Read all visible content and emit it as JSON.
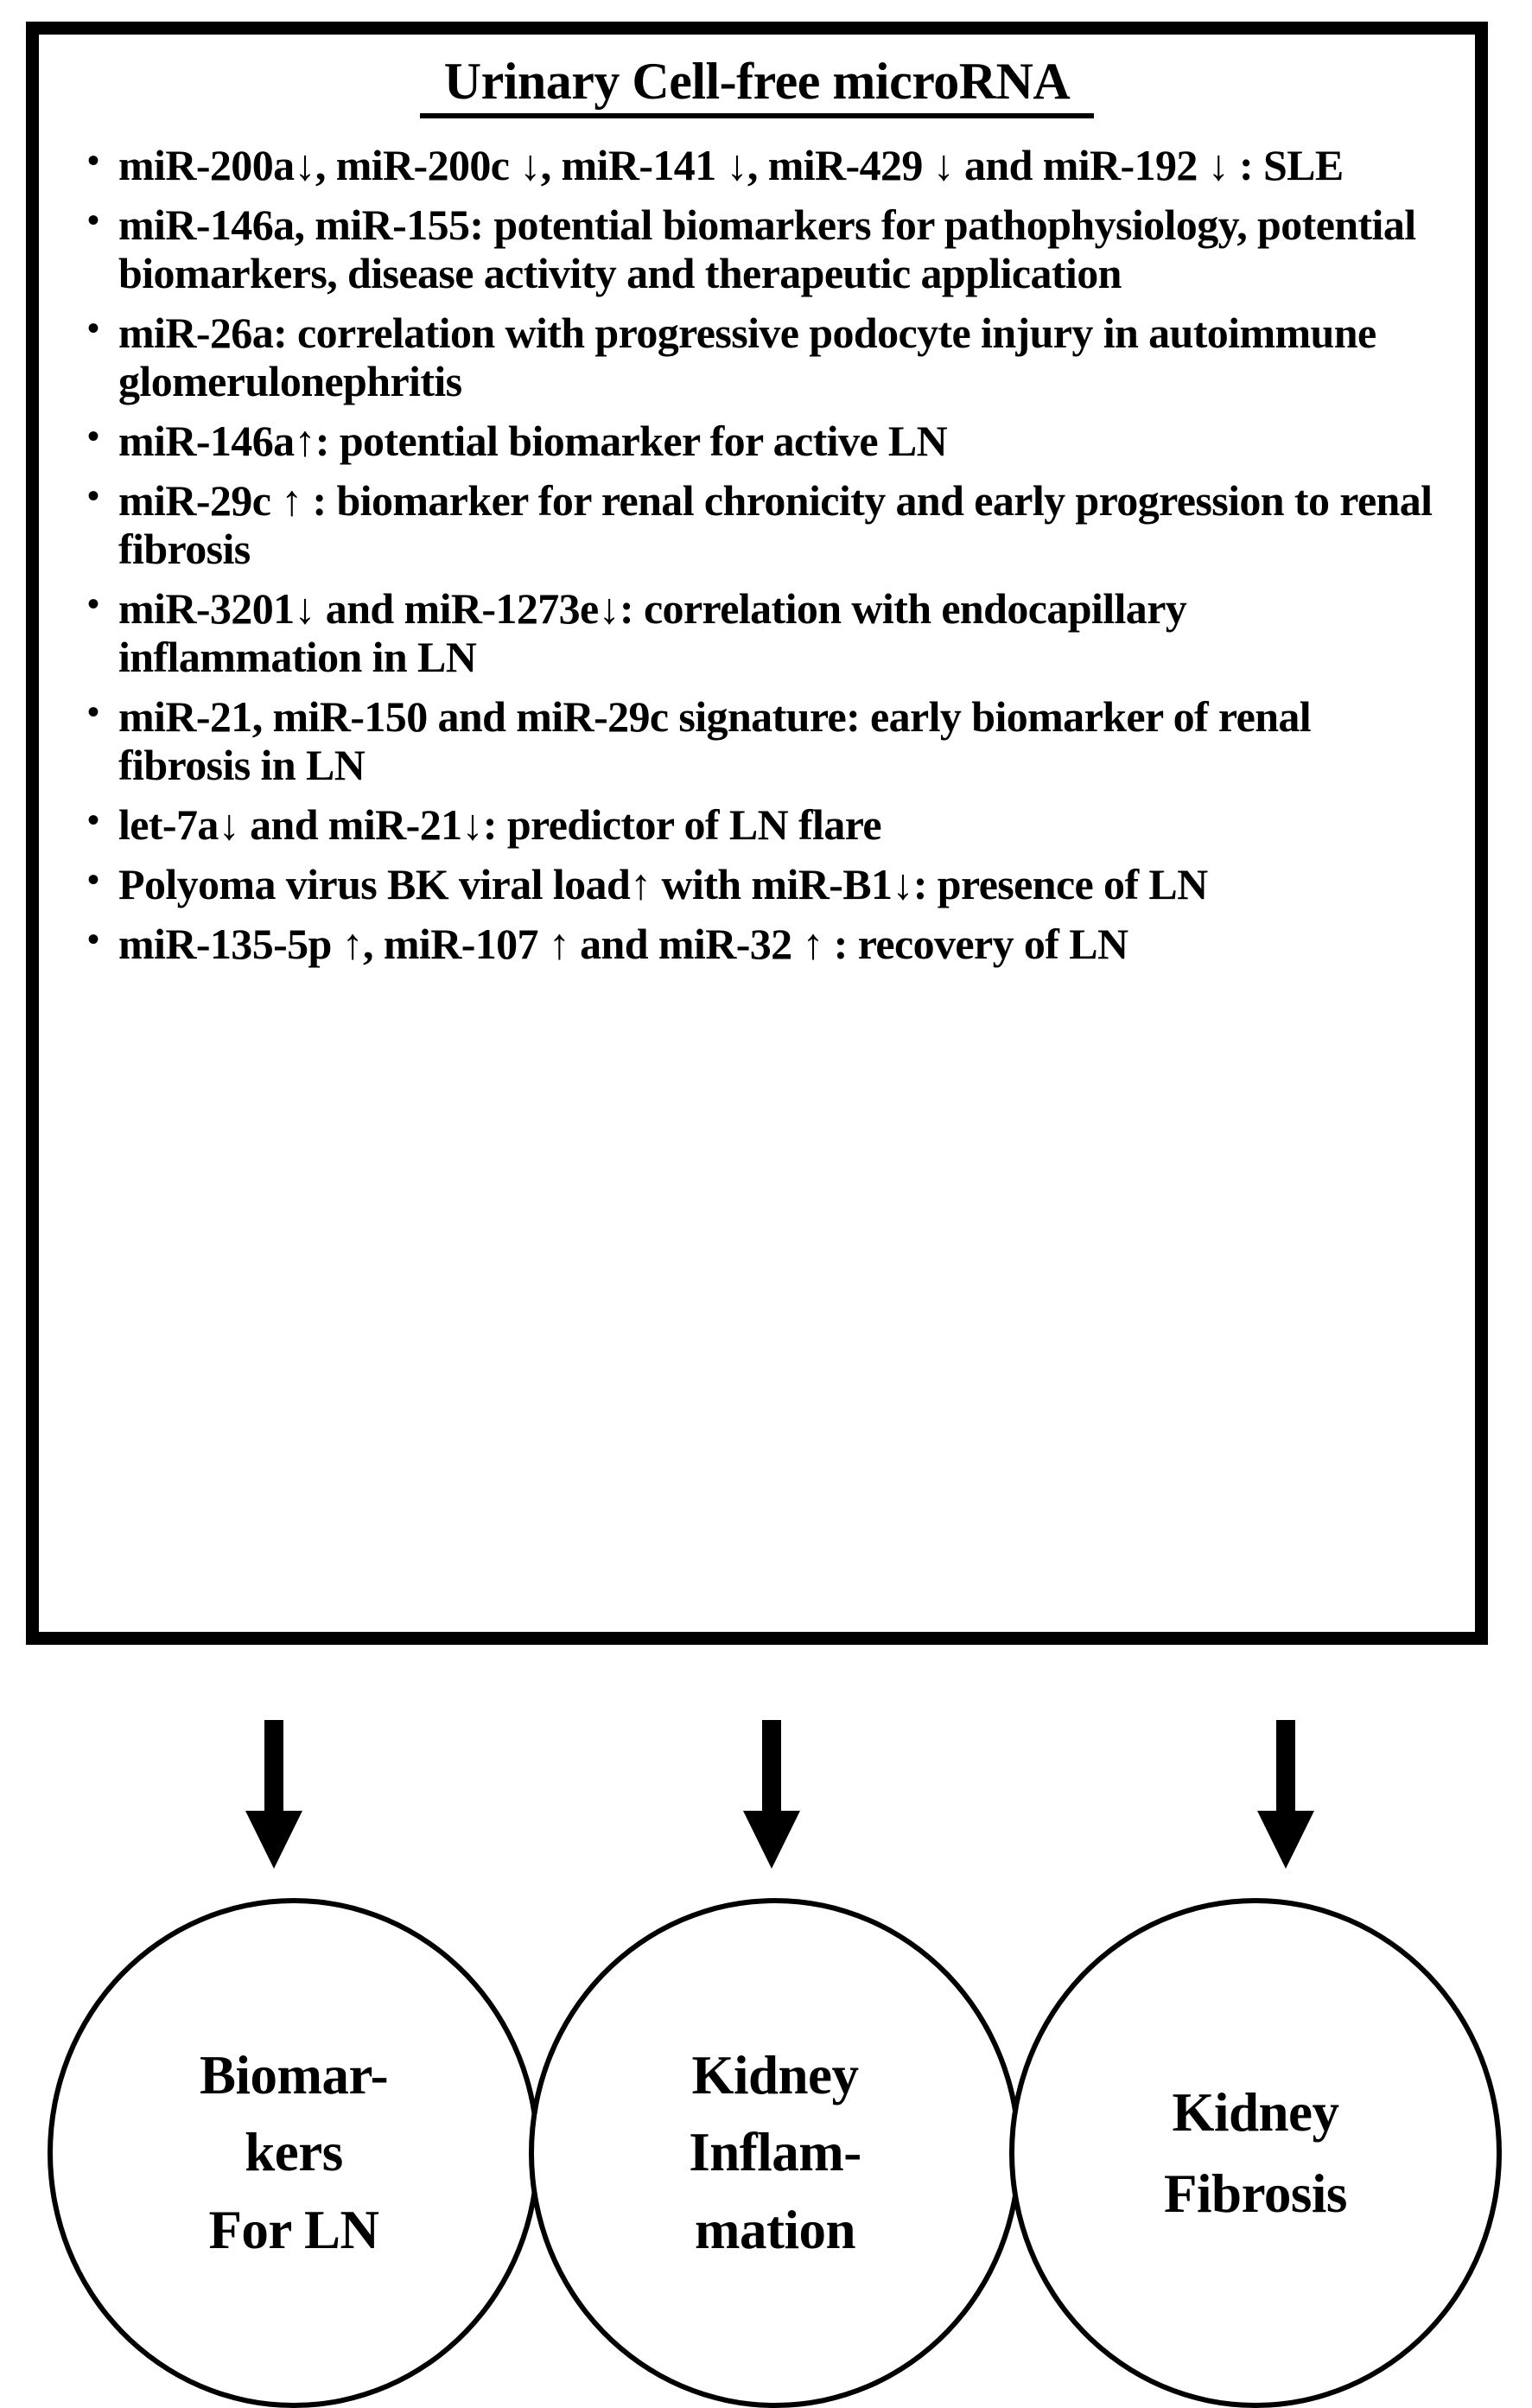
{
  "figure": {
    "panel": {
      "title": "Urinary Cell-free microRNA",
      "bullets": [
        "miR-200a↓, miR-200c ↓,  miR-141 ↓, miR-429 ↓ and miR-192 ↓ : SLE",
        "miR-146a, miR-155: potential biomarkers  for pathophysiology, potential  biomarkers, disease activity and therapeutic application",
        "miR-26a: correlation with progressive podocyte injury in autoimmune glomerulonephritis",
        "miR-146a↑: potential biomarker for active LN",
        "miR-29c ↑ : biomarker for renal  chronicity and early progression to renal fibrosis",
        "miR-3201↓ and miR-1273e↓: correlation with endocapillary inflammation  in LN",
        "miR-21, miR-150 and miR-29c signature: early biomarker of renal fibrosis in LN",
        "let-7a↓ and miR-21↓: predictor of LN flare",
        "Polyoma virus BK viral load↑ with miR-B1↓: presence of LN",
        "miR-135-5p ↑, miR-107 ↑ and miR-32 ↑ : recovery  of LN"
      ]
    },
    "arrows": [
      {
        "name": "down-arrow-biomarkers"
      },
      {
        "name": "down-arrow-inflammation"
      },
      {
        "name": "down-arrow-fibrosis"
      }
    ],
    "outcomes": [
      {
        "label": "Biomar-\nkers\nFor LN"
      },
      {
        "label": "Kidney\nInflam-\nmation"
      },
      {
        "label": "Kidney\nFibrosis"
      }
    ],
    "colors": {
      "ink": "#000000",
      "background": "#ffffff"
    }
  }
}
